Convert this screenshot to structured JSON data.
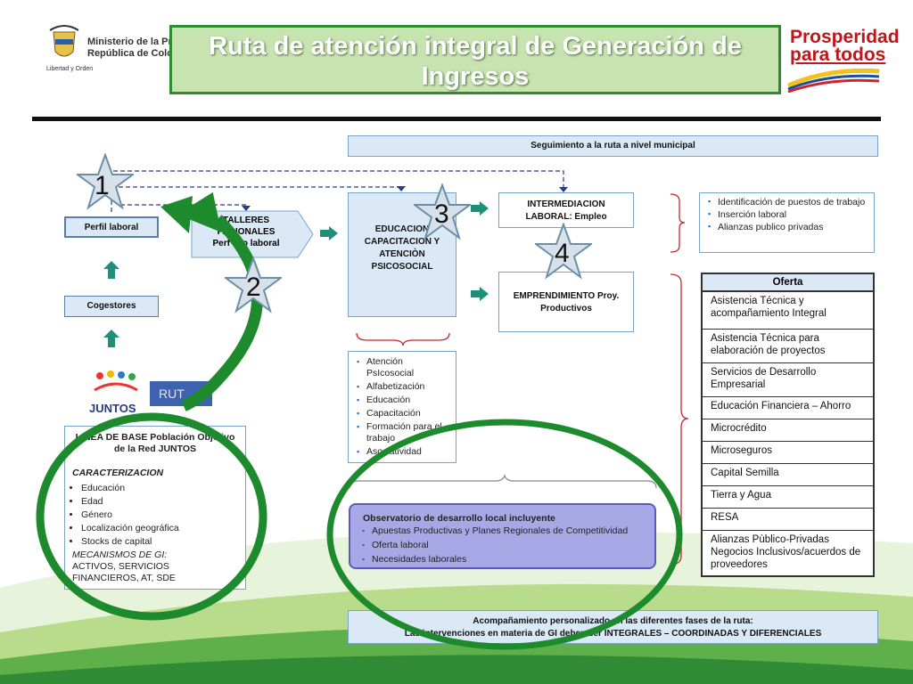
{
  "header": {
    "title": "Ruta de atención integral de Generación de Ingresos",
    "ministry_line1": "Ministerio de la Pro",
    "ministry_line2": "República de Colomb",
    "motto": "Libertad y Orden",
    "logo_right_line1": "Prosperidad",
    "logo_right_line2": "para todos"
  },
  "seguimiento": "Seguimiento a la ruta a nivel municipal",
  "left": {
    "perfil": "Perfil laboral",
    "cogestores": "Cogestores",
    "juntos": "JUNTOS",
    "rut": "RUT"
  },
  "talleres": {
    "line1": "TALLERES",
    "line2": "PACIONALES",
    "line3": "Perf  icio laboral"
  },
  "educacion": {
    "line1": "EDUCACION",
    "line2": "CAPACITACION Y",
    "line3": "ATENCIÒN",
    "line4": "PSICOSOCIAL"
  },
  "intermediacion": {
    "line1": "INTERMEDIACION",
    "line2": "LABORAL: Empleo"
  },
  "emprendimiento": {
    "line1": "EMPRENDIMIENTO Proy.",
    "line2": "Productivos"
  },
  "stars": [
    "1",
    "2",
    "3",
    "4"
  ],
  "right_bullets": [
    "Identificación de puestos de trabajo",
    "Inserción laboral",
    "Alianzas publico privadas"
  ],
  "oferta": {
    "header": "Oferta",
    "items": [
      "Asistencia Técnica y acompañamiento Integral",
      "Asistencia Técnica para elaboración de proyectos",
      "Servicios de Desarrollo Empresarial",
      "Educación Financiera – Ahorro",
      "Microcrédito",
      "Microseguros",
      "Capital Semilla",
      "Tierra y Agua",
      "RESA",
      "Alianzas Pùblico-Privadas Negocios Inclusivos/acuerdos de proveedores"
    ]
  },
  "mid_bullets": [
    "Atención PsIcosocial",
    "Alfabetización",
    "Educación",
    "Capacitación",
    "Formación para el trabajo",
    "Asociatividad"
  ],
  "linea_base": {
    "title_line1": "LINEA DE BASE Población Objetivo",
    "title_line2": "de la Red JUNTOS",
    "caracterizacion": "CARACTERIZACION",
    "items": [
      "Educación",
      "Edad",
      "Género",
      "Localización geográfica",
      "Stocks de capital"
    ],
    "mecanismos": "MECANISMOS DE GI:",
    "mecanismos_text": "ACTIVOS, SERVICIOS FINANCIEROS, AT, SDE"
  },
  "observatorio": {
    "title": "Observatorio de desarrollo local incluyente",
    "items": [
      "Apuestas Productivas y Planes Regionales de Competitividad",
      "Oferta laboral",
      "Necesidades laborales"
    ]
  },
  "acompanamiento": {
    "line1": "Acompañamiento personalizado en las diferentes fases de la ruta:",
    "line2": "Las intervenciones en materia de GI deben ser INTEGRALES – COORDINADAS Y DIFERENCIALES"
  },
  "colors": {
    "accent_green": "#1e8a2e",
    "title_green": "#c7e3b0",
    "box_blue": "#dbe9f6",
    "obs_purple": "#a9a8e6"
  }
}
